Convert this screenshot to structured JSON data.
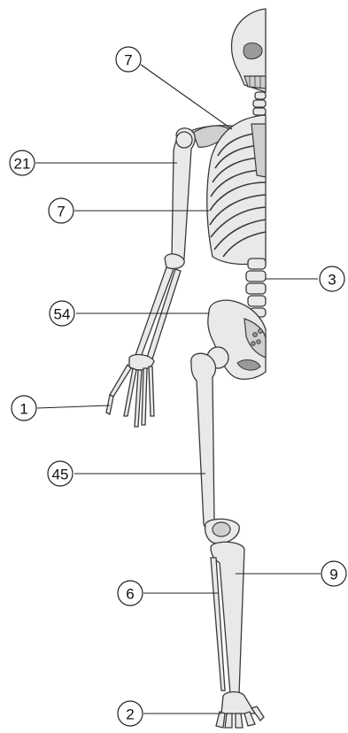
{
  "callouts": [
    {
      "id": "skull-neck",
      "label": "7"
    },
    {
      "id": "humerus",
      "label": "21"
    },
    {
      "id": "ribs",
      "label": "7"
    },
    {
      "id": "vertebrae",
      "label": "3"
    },
    {
      "id": "pelvis",
      "label": "54"
    },
    {
      "id": "hand",
      "label": "1"
    },
    {
      "id": "femur",
      "label": "45"
    },
    {
      "id": "tibia",
      "label": "9"
    },
    {
      "id": "fibula",
      "label": "6"
    },
    {
      "id": "foot",
      "label": "2"
    }
  ]
}
